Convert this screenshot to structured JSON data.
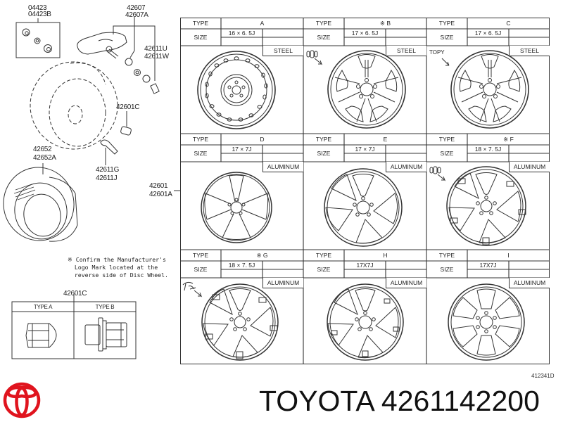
{
  "parts": {
    "cap_kit": [
      "04423",
      "04423B"
    ],
    "tpms_sensor": [
      "42607",
      "42607A"
    ],
    "valve_core": [
      "42611U",
      "42611W"
    ],
    "lug_nut": "42601C",
    "tire": [
      "42652",
      "42652A"
    ],
    "valve_stem": [
      "42611G",
      "42611J"
    ],
    "wheel": [
      "42601",
      "42601A"
    ]
  },
  "note": {
    "mark": "※",
    "lines": [
      "※ Confirm the Manufacturer's",
      "  Logo Mark located at the",
      "  reverse side of Disc Wheel."
    ]
  },
  "lug_nut_table": {
    "part": "42601C",
    "columns": [
      "TYPE A",
      "TYPE B"
    ]
  },
  "wheel_table": {
    "type_label": "TYPE",
    "size_label": "SIZE",
    "cells": [
      {
        "type": "A",
        "size": "16 × 6. 5J",
        "material": "STEEL",
        "style": "steel",
        "marker": ""
      },
      {
        "type": "※ B",
        "size": "17 × 6. 5J",
        "material": "STEEL",
        "style": "spoke5",
        "marker": "logo-mark"
      },
      {
        "type": "C",
        "size": "17 × 6. 5J",
        "material": "STEEL",
        "style": "spoke5",
        "marker": "TOPY"
      },
      {
        "type": "D",
        "size": "17 × 7J",
        "material": "ALUMINUM",
        "style": "spoke7",
        "marker": ""
      },
      {
        "type": "E",
        "size": "17 × 7J",
        "material": "ALUMINUM",
        "style": "spoke5b",
        "marker": ""
      },
      {
        "type": "※ F",
        "size": "18 × 7. 5J",
        "material": "ALUMINUM",
        "style": "spoke5c",
        "marker": "logo-mark"
      },
      {
        "type": "※ G",
        "size": "18 × 7. 5J",
        "material": "ALUMINUM",
        "style": "spoke5c",
        "marker": "script-logo"
      },
      {
        "type": "H",
        "size": "17X7J",
        "material": "ALUMINUM",
        "style": "spoke5b",
        "marker": ""
      },
      {
        "type": "I",
        "size": "17X7J",
        "material": "ALUMINUM",
        "style": "spoke6",
        "marker": ""
      }
    ]
  },
  "drawing_code": "412341D",
  "footer": {
    "brand_title": "TOYOTA 4261142200",
    "logo_color": "#e0141e"
  }
}
